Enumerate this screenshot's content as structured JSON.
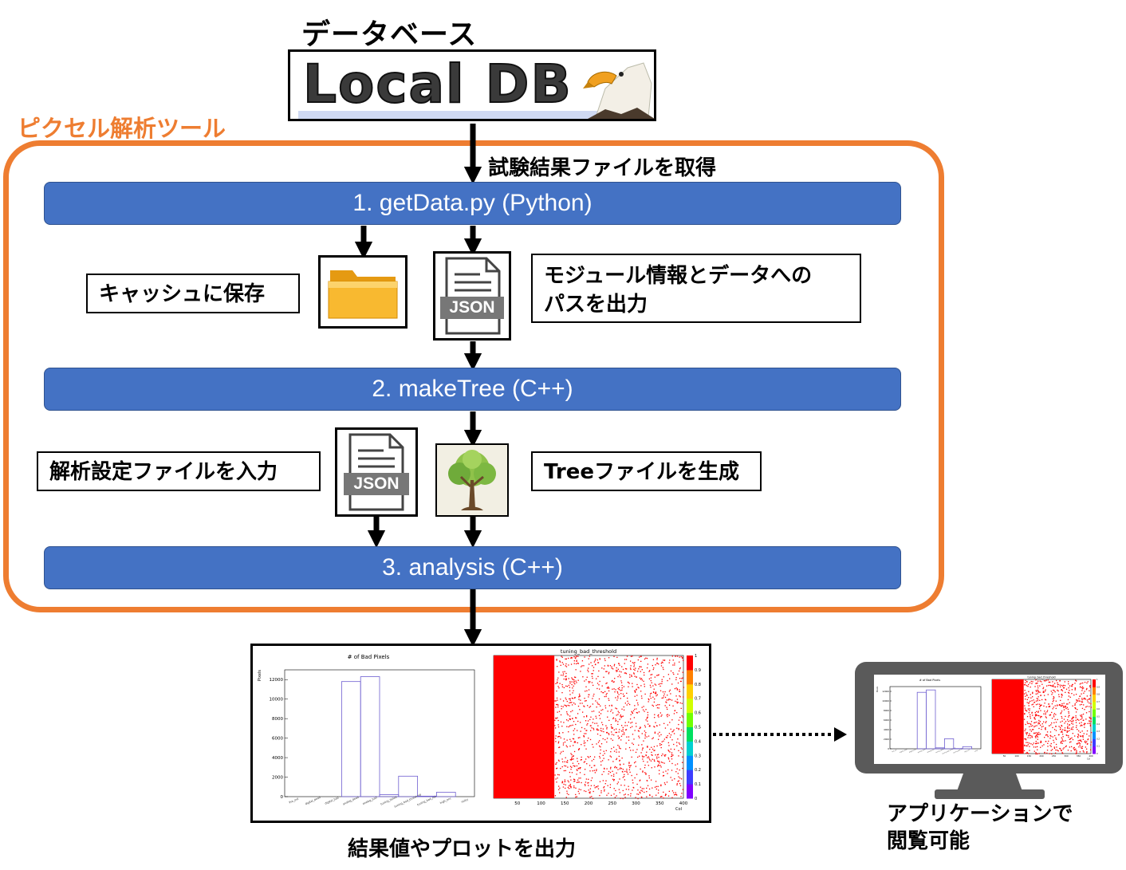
{
  "database": {
    "title": "データベース",
    "logo_text": "Local DB"
  },
  "tool": {
    "title": "ピクセル解析ツール"
  },
  "fetch_label": "試験結果ファイルを取得",
  "stages": [
    {
      "label": "1. getData.py (Python)"
    },
    {
      "label": "2. makeTree (C++)"
    },
    {
      "label": "3. analysis (C++)"
    }
  ],
  "notes": {
    "cache": "キャッシュに保存",
    "module_info_line1": "モジュール情報とデータへの",
    "module_info_line2": "パスを出力",
    "config_input": "解析設定ファイルを入力",
    "tree_output": "Treeファイルを生成"
  },
  "icons": {
    "json_label": "JSON"
  },
  "results": {
    "label": "結果値やプロットを出力",
    "app_label_line1": "アプリケーションで",
    "app_label_line2": "閲覧可能"
  },
  "chart_data": [
    {
      "type": "bar",
      "title": "# of Bad Pixels",
      "ylabel": "Pixels",
      "ylim": [
        0,
        13000
      ],
      "yticks": [
        "0",
        "2000",
        "4000",
        "6000",
        "8000",
        "10000",
        "12000"
      ],
      "categories": [
        "Pre_out",
        "digital_dead",
        "digital_bad",
        "analog_dead",
        "analog_bad",
        "tuning_failed",
        "tuning_bad_threshold",
        "tuning_bad_noi",
        "high_enc",
        "noisy"
      ],
      "values": [
        0,
        0,
        0,
        11800,
        12300,
        200,
        2100,
        50,
        450,
        0
      ],
      "colors": {
        "line": "#6f5fd0"
      }
    },
    {
      "type": "heatmap",
      "title": "tuning_bad_threshold",
      "xlabel": "Col",
      "xticks": [
        "50",
        "100",
        "150",
        "200",
        "250",
        "300",
        "350",
        "400"
      ],
      "colorbar_ticks": [
        "0",
        "0.1",
        "0.2",
        "0.3",
        "0.4",
        "0.5",
        "0.6",
        "0.7",
        "0.8",
        "0.9",
        "1"
      ],
      "solid_region": "cols 0-128 fully bad",
      "colors": {
        "bad": "#ff0000"
      }
    }
  ],
  "colors": {
    "accent": "#ee7d31",
    "stage": "#4472c4",
    "folder": "#f6b026",
    "monitor": "#555555"
  }
}
